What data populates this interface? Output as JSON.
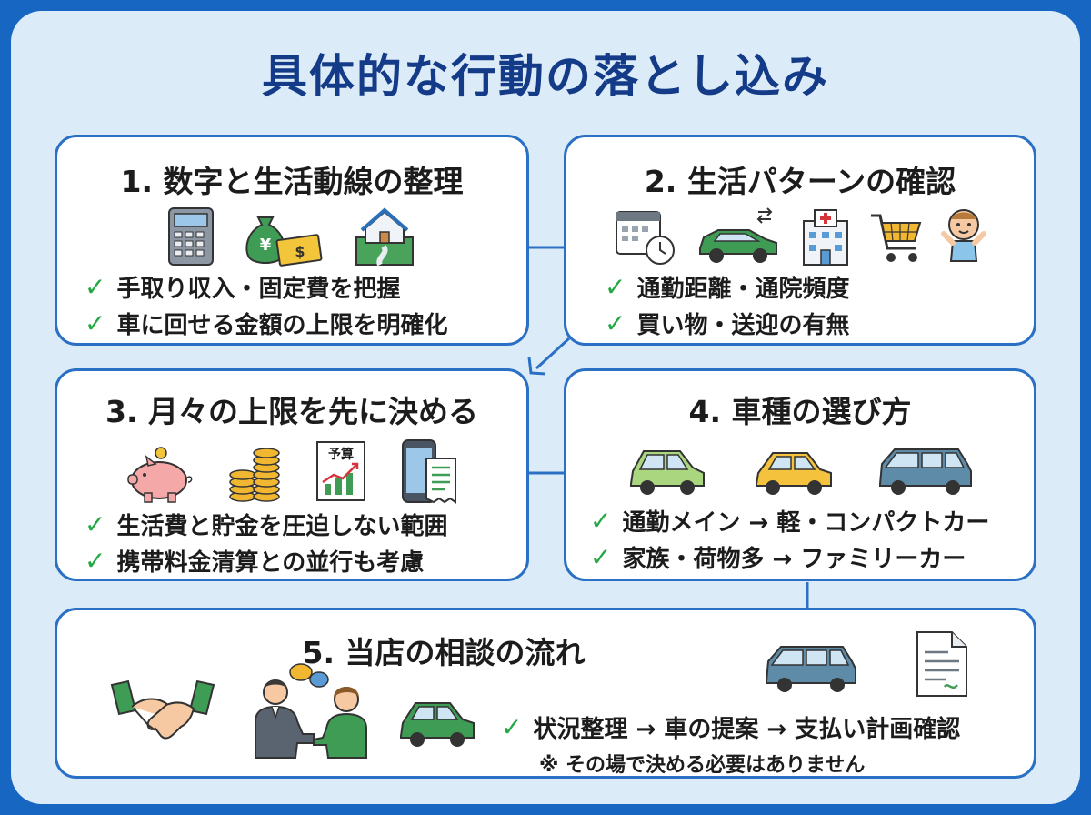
{
  "title": "具体的な行動の落とし込み",
  "colors": {
    "frame": "#1766c2",
    "background": "#dcebf8",
    "card_border": "#2a70c4",
    "title": "#143b88",
    "check": "#23a843"
  },
  "cards": [
    {
      "title": "1. 数字と生活動線の整理",
      "icons": [
        "calculator-icon",
        "money-bag-icon",
        "house-road-icon"
      ],
      "bullets": [
        "手取り収入・固定費を把握",
        "車に回せる金額の上限を明確化"
      ]
    },
    {
      "title": "2. 生活パターンの確認",
      "icons": [
        "calendar-clock-icon",
        "car-commute-icon",
        "hospital-icon",
        "shopping-cart-icon",
        "baby-icon"
      ],
      "bullets": [
        "通勤距離・通院頻度",
        "買い物・送迎の有無"
      ]
    },
    {
      "title": "3. 月々の上限を先に決める",
      "icons": [
        "piggy-bank-icon",
        "coin-stack-icon",
        "budget-chart-icon",
        "phone-receipt-icon"
      ],
      "budget_label": "予算",
      "bullets": [
        "生活費と貯金を圧迫しない範囲",
        "携帯料金清算との並行も考慮"
      ]
    },
    {
      "title": "4. 車種の選び方",
      "icons": [
        "kei-car-icon",
        "compact-car-icon",
        "minivan-icon"
      ],
      "bullets": [
        "通勤メイン → 軽・コンパクトカー",
        "家族・荷物多 → ファミリーカー"
      ]
    },
    {
      "title": "5. 当店の相談の流れ",
      "icons": [
        "handshake-icon",
        "consultation-icon",
        "car-icon",
        "van-icon",
        "document-icon"
      ],
      "bullets": [
        "状況整理 → 車の提案 → 支払い計画確認"
      ],
      "note": "※ その場で決める必要はありません"
    }
  ]
}
